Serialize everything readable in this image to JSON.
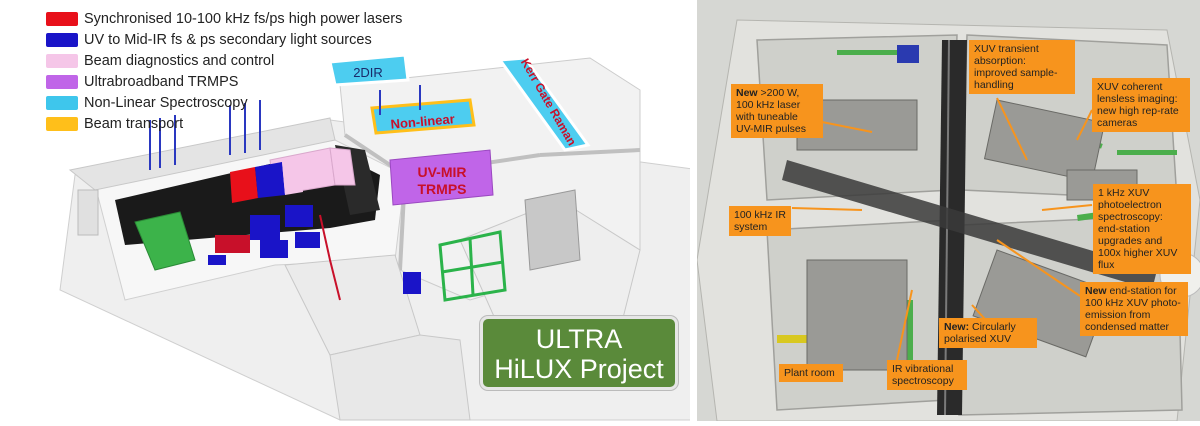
{
  "legend": [
    {
      "label": "Synchronised 10-100 kHz fs/ps high power lasers",
      "color": "#e8101a"
    },
    {
      "label": "UV to Mid-IR fs & ps secondary light sources",
      "color": "#1a14c8"
    },
    {
      "label": "Beam diagnostics and control",
      "color": "#f5c6e8"
    },
    {
      "label": "Ultrabroadband TRMPS",
      "color": "#c065e8"
    },
    {
      "label": "Non-Linear Spectroscopy",
      "color": "#3ec6ec"
    },
    {
      "label": "Beam transport",
      "color": "#ffbf1a"
    }
  ],
  "rooms": {
    "twodir": "2DIR",
    "kerr": "Kerr Gate Raman",
    "nonlinear": "Non-linear",
    "uvmir_1": "UV-MIR",
    "uvmir_2": "TRMPS"
  },
  "brand": {
    "line1": "ULTRA",
    "line2": "HiLUX Project"
  },
  "callouts": {
    "xuv_transient": "XUV transient absorption: improved sample-handling",
    "new_laser_new": "New",
    "new_laser_rest": " >200 W, 100 kHz laser with tuneable UV-MIR pulses",
    "xuv_coherent": "XUV coherent lensless imaging: new high rep-rate cameras",
    "ir_system": "100 kHz IR system",
    "photoelectron": "1 kHz XUV photoelectron spectroscopy: end-station upgrades and 100x higher XUV flux",
    "endstation_new": "New",
    "endstation_rest": " end-station for 100 kHz XUV photo-emission  from condensed matter",
    "circular_new": "New:",
    "circular_rest": " Circularly polarised XUV",
    "plant_room": "Plant room",
    "ir_vib": "IR vibrational spectroscopy"
  }
}
